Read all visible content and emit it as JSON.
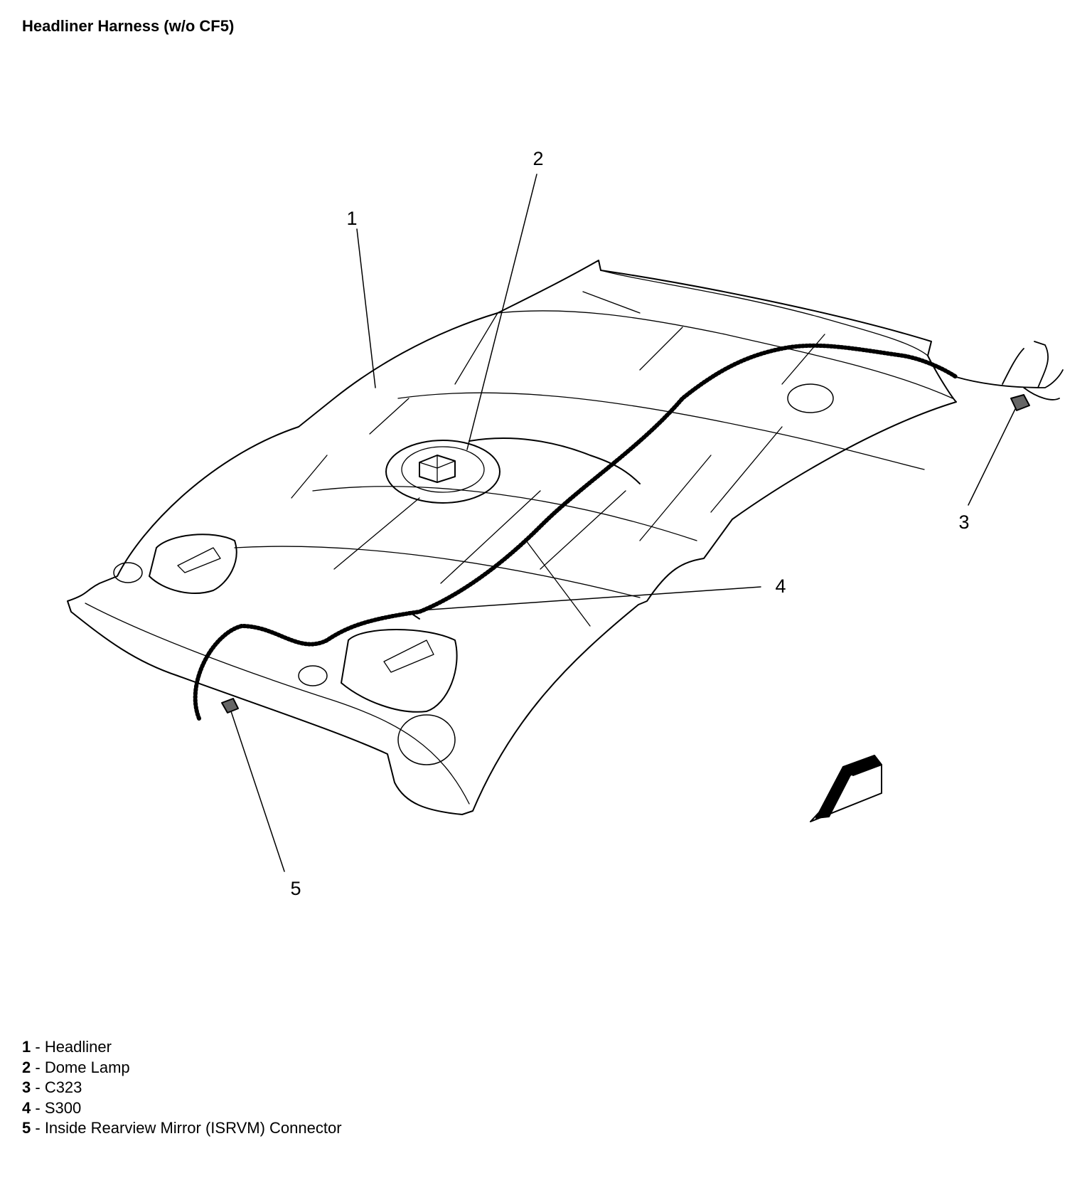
{
  "title": "Headliner Harness (w/o CF5)",
  "callouts": [
    "1",
    "2",
    "3",
    "4",
    "5"
  ],
  "legend": [
    {
      "number": "1",
      "separator": " - ",
      "label": "Headliner"
    },
    {
      "number": "2",
      "separator": " - ",
      "label": "Dome Lamp"
    },
    {
      "number": "3",
      "separator": " - ",
      "label": "C323"
    },
    {
      "number": "4",
      "separator": " - ",
      "label": "S300"
    },
    {
      "number": "5",
      "separator": " - ",
      "label": "Inside Rearview Mirror (ISRVM) Connector"
    }
  ],
  "icons": {
    "direction_arrow": "front-direction-arrow-icon"
  }
}
